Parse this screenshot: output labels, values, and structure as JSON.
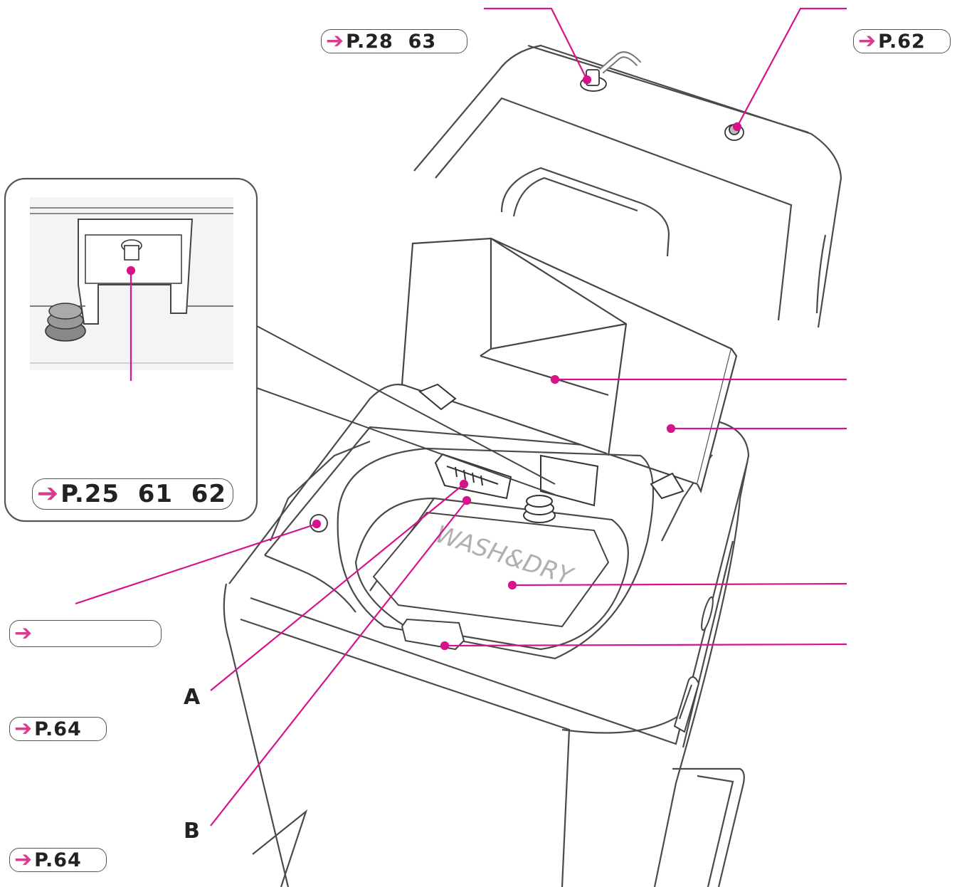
{
  "refs": {
    "top_left": "P.28  63",
    "top_right": "P.62",
    "inset": "P.25  61  62",
    "left_empty": "",
    "left_p64_a": "P.64",
    "left_p64_b": "P.64"
  },
  "labels": {
    "a": "A",
    "b": "B"
  },
  "tub_text": "WASH&DRY",
  "icons": {
    "ref_arrow": "right-arrow-icon"
  },
  "colors": {
    "leader": "#d6138a",
    "arrow": "#d63d8f",
    "outline": "#4a4a4a"
  }
}
